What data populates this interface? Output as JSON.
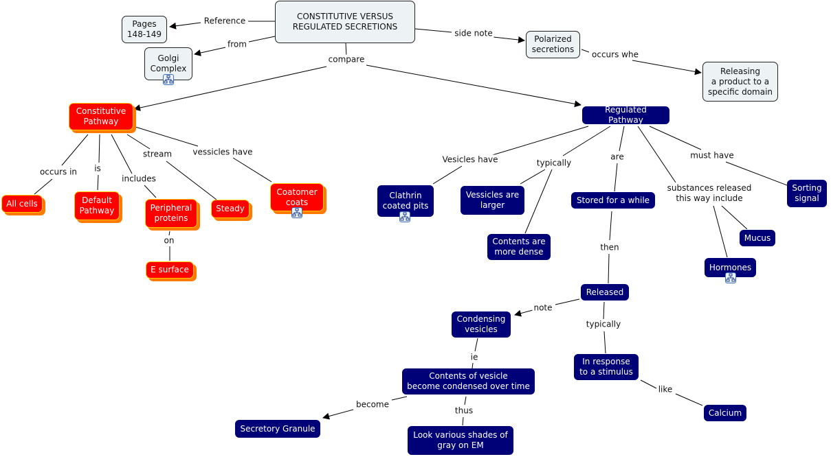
{
  "title": "CONSTITUTIVE VERSUS\nREGULATED SECRETIONS",
  "colors": {
    "constitutive_fill": "#ff0000",
    "constitutive_shadow": "#ff7a00",
    "regulated_fill": "#000077",
    "neutral_fill": "#edf2f5"
  },
  "nodes": {
    "main": "CONSTITUTIVE VERSUS\nREGULATED SECRETIONS",
    "pages": "Pages\n148-149",
    "golgi": "Golgi\nComplex",
    "polarized": "Polarized\nsecretions",
    "releasing": "Releasing\na product to a\nspecific domain",
    "constitutive": "Constitutive\nPathway",
    "all_cells": "All cells",
    "default_pathway": "Default\nPathway",
    "peripheral": "Peripheral\nproteins",
    "e_surface": "E surface",
    "steady": "Steady",
    "coatomer": "Coatomer\ncoats",
    "regulated": "Regulated Pathway",
    "clathrin": "Clathrin\ncoated pits",
    "vesicles_larger": "Vessicles are\nlarger",
    "contents_dense": "Contents are\nmore dense",
    "stored": "Stored for a while",
    "sorting": "Sorting\nsignal",
    "mucus": "Mucus",
    "hormones": "Hormones",
    "released": "Released",
    "condensing": "Condensing\nvesicles",
    "response": "In response\nto a stimulus",
    "calcium": "Calcium",
    "contents_condensed": "Contents of vesicle\nbecome condensed over time",
    "granule": "Secretory Granule",
    "gray_em": "Look various shades of\ngray on EM"
  },
  "links": {
    "reference": "Reference",
    "from": "from",
    "side_note": "side note",
    "occurs_whe": "occurs whe",
    "compare": "compare",
    "occurs_in": "occurs in",
    "is": "is",
    "includes": "includes",
    "stream": "stream",
    "vessicles_have": "vessicles have",
    "on": "on",
    "vesicles_have": "Vesicles have",
    "typically_1": "typically",
    "are": "are",
    "must_have": "must have",
    "substances": "substances released\nthis way include",
    "then": "then",
    "note": "note",
    "typically_2": "typically",
    "ie": "ie",
    "like": "like",
    "become": "become",
    "thus": "thus"
  }
}
